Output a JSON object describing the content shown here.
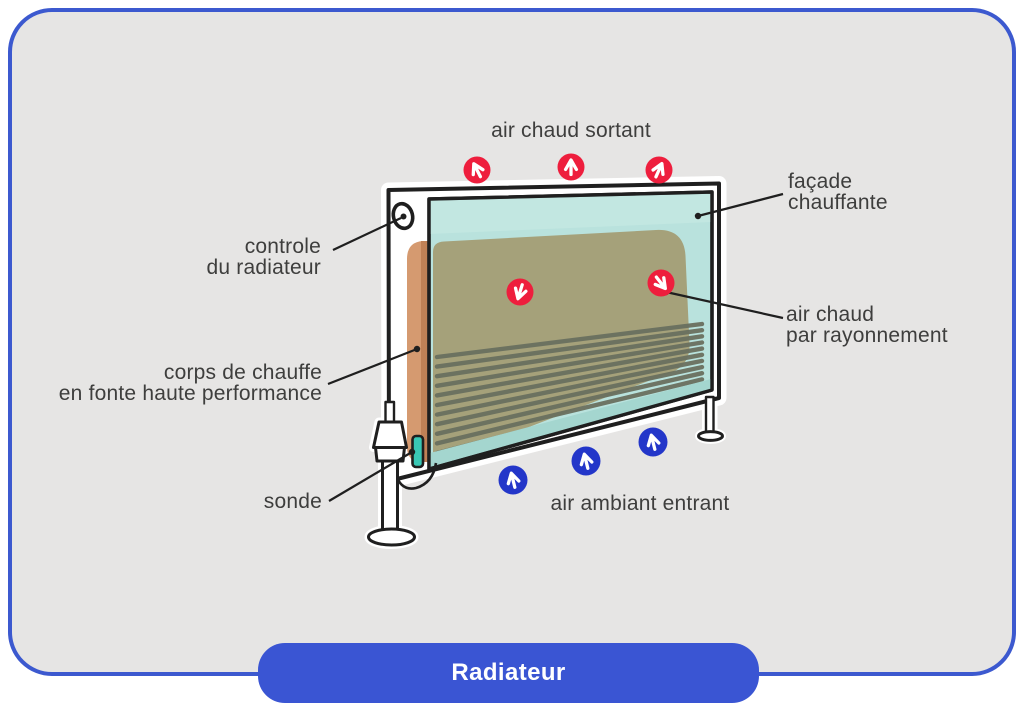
{
  "labels": {
    "air_chaud_sortant": "air chaud sortant",
    "facade_l1": "façade",
    "facade_l2": "chauffante",
    "controle_l1": "controle",
    "controle_l2": "du radiateur",
    "rayonnement_l1": "air chaud",
    "rayonnement_l2": "par rayonnement",
    "corps_l1": "corps de chauffe",
    "corps_l2": "en fonte haute performance",
    "sonde": "sonde",
    "air_ambiant_entrant": "air ambiant entrant"
  },
  "footer": {
    "title": "Radiateur"
  },
  "icons": {
    "hot_air_arrows_top": "three red circles with white up arrows",
    "hot_air_arrows_inside": "two red circles with white down arrows",
    "cold_air_arrows_bottom": "three blue circles with white up arrows"
  },
  "colors": {
    "card_bg": "#e6e5e4",
    "card_border": "#3c59cf",
    "footer_bg": "#3a55d3",
    "footer_text": "#ffffff",
    "label_text": "#3e3e3d",
    "hot_arrow": "#ee1e3d",
    "cold_arrow": "#2336c9",
    "glass": "#b9e2dd",
    "glass_light": "#c6e9e4",
    "glass_strip": "#a4d6cf",
    "olive_body": "#a5a17a",
    "louver": "#6a705f",
    "iron_orange": "#d59a70",
    "iron_orange_dark": "#c08156",
    "sonde_teal": "#39c7b4",
    "outline": "#1f1f1f"
  }
}
